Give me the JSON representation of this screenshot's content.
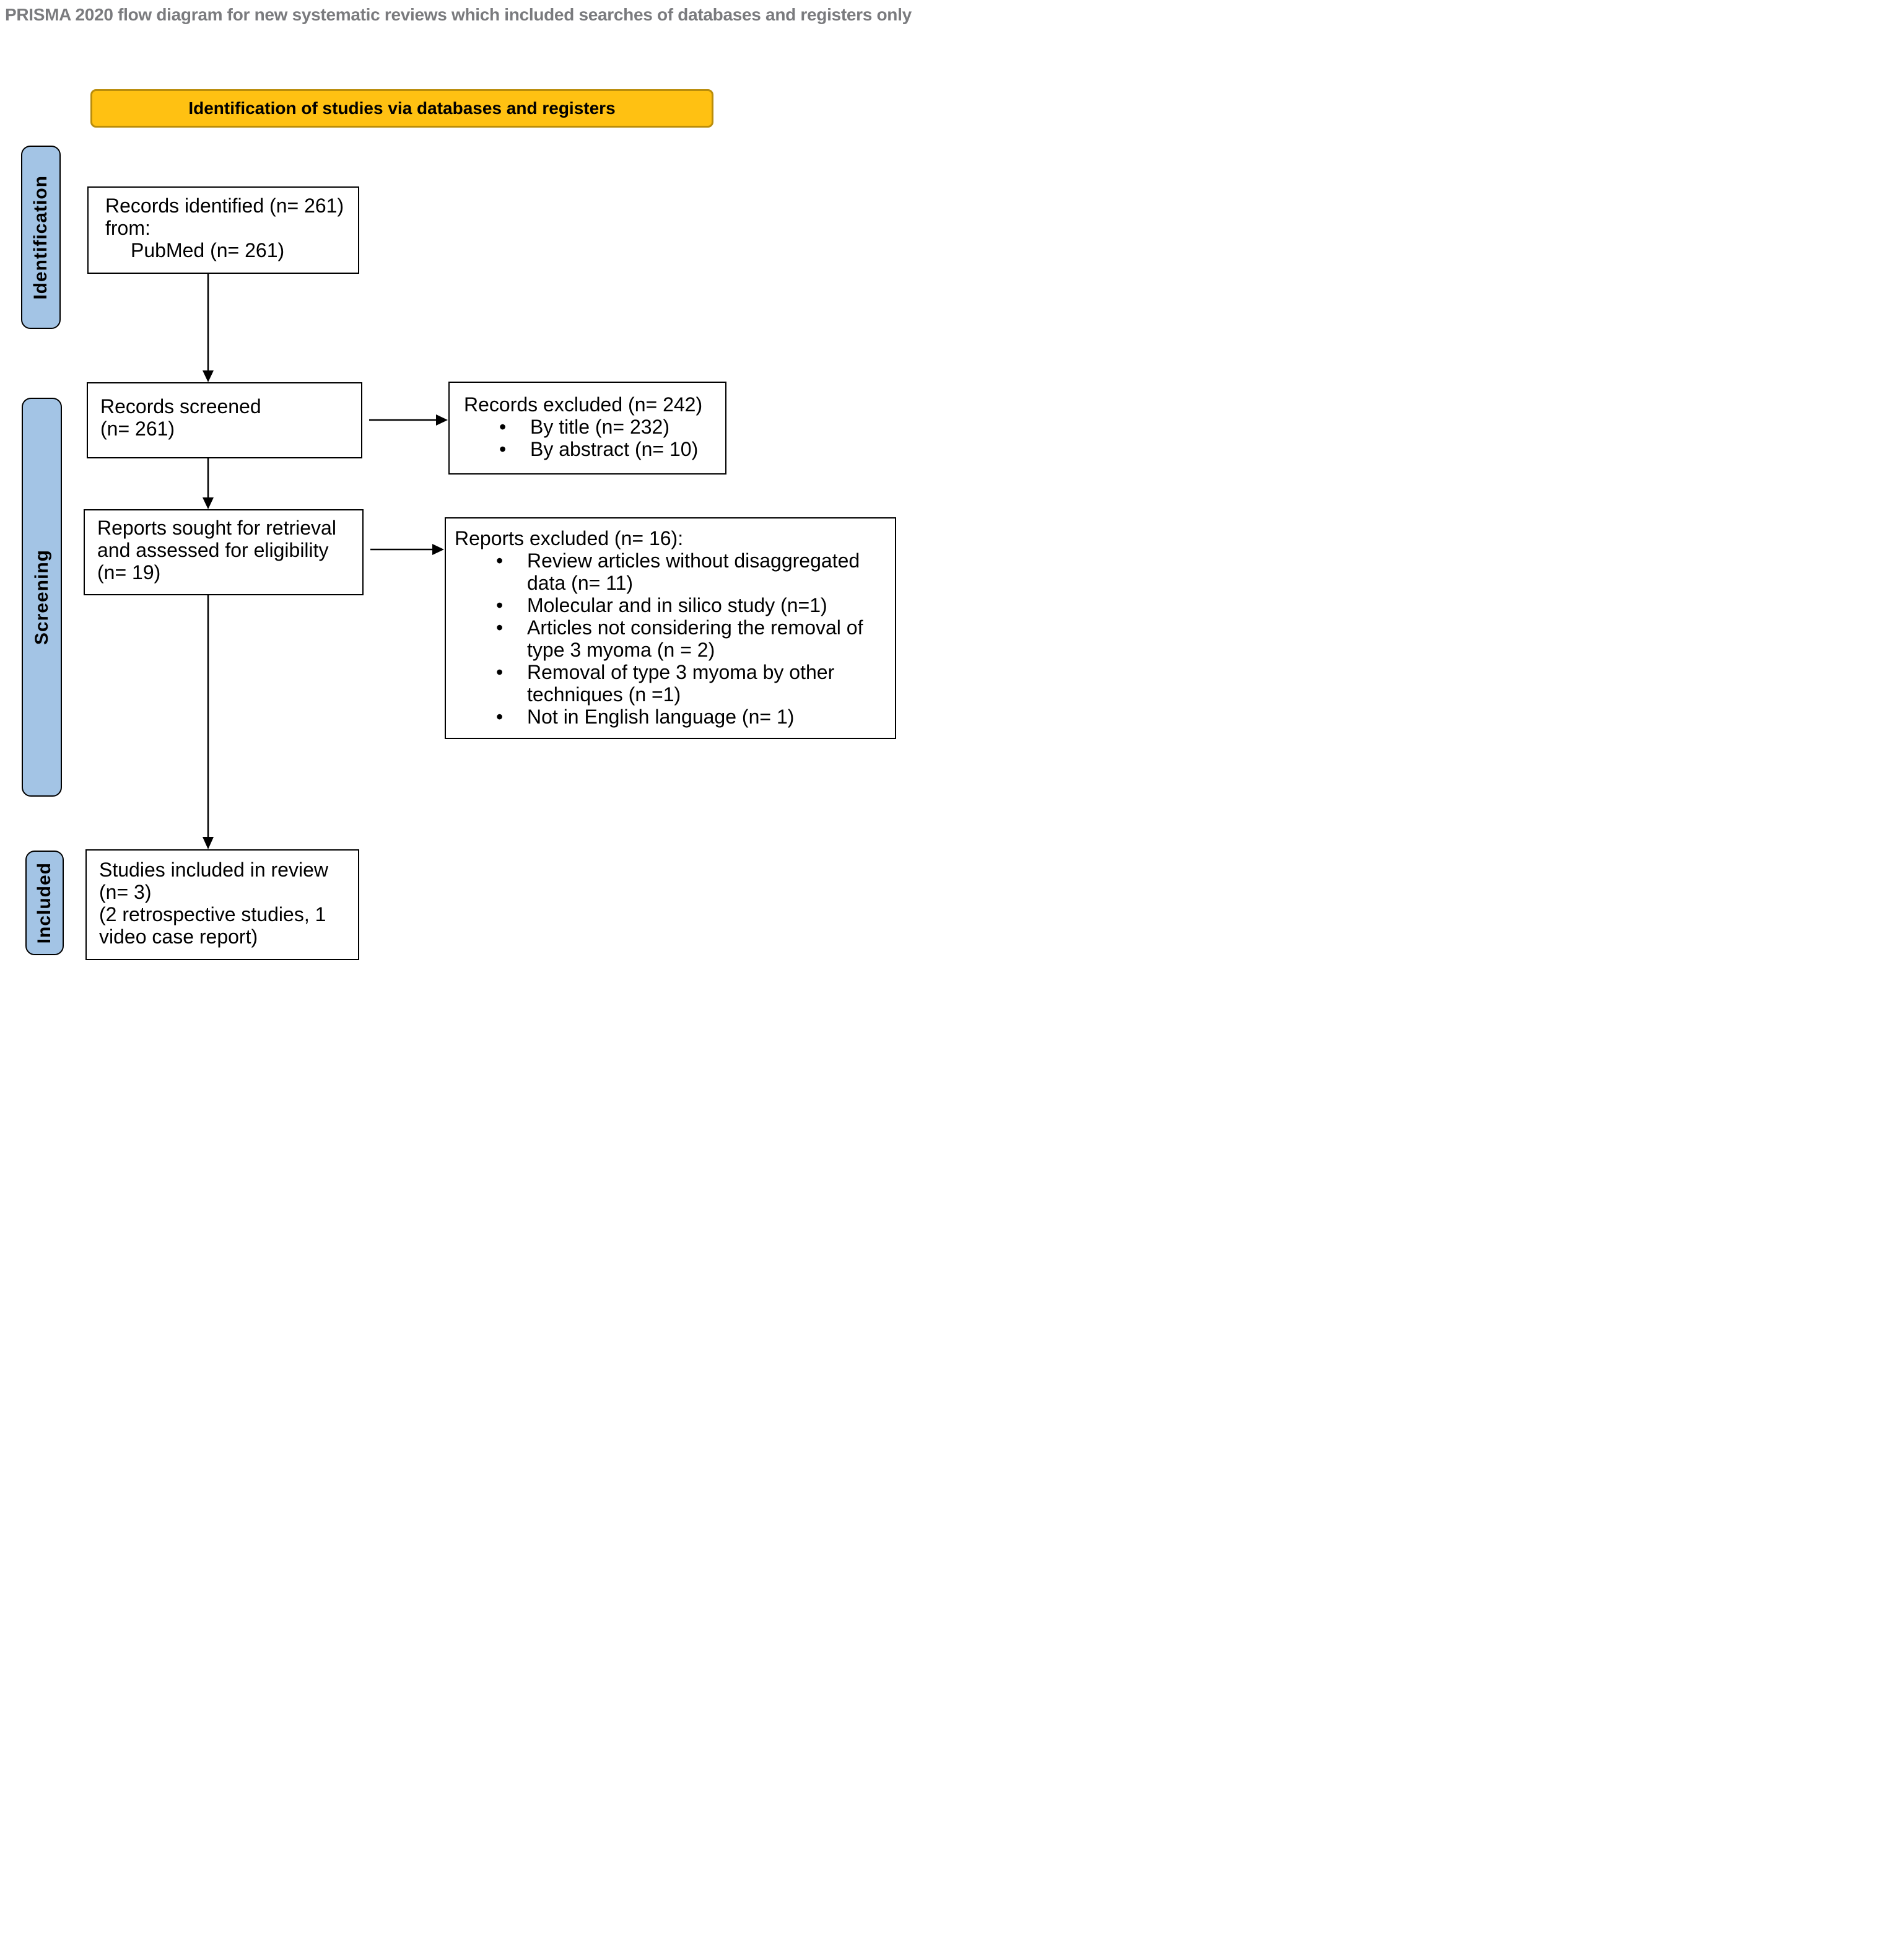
{
  "title": "PRISMA 2020 flow diagram for new systematic reviews which included searches of databases and registers only",
  "header": {
    "label": "Identification of studies via databases and registers"
  },
  "colors": {
    "header_bg": "#FFC112",
    "header_border": "#BA8D0B",
    "stage_bg": "#A3C4E5",
    "title_text": "#7A7B7E",
    "box_border": "#000000",
    "box_bg": "#FFFFFF"
  },
  "stages": {
    "identification": "Identification",
    "screening": "Screening",
    "included": "Included"
  },
  "boxes": {
    "records_identified": {
      "lines": [
        "Records identified (n= 261)",
        "from:",
        "PubMed (n= 261)"
      ]
    },
    "records_screened": {
      "lines": [
        "Records screened",
        "(n= 261)"
      ]
    },
    "records_excluded": {
      "title": "Records excluded (n= 242)",
      "bullets": [
        "By title (n= 232)",
        "By abstract (n= 10)"
      ]
    },
    "reports_sought": {
      "lines": [
        "Reports sought for retrieval",
        "and assessed for eligibility",
        "(n= 19)"
      ]
    },
    "reports_excluded": {
      "title": "Reports excluded (n= 16):",
      "bullets": [
        "Review articles without disaggregated data (n= 11)",
        "Molecular and in silico study (n=1)",
        "Articles not considering the removal of type 3 myoma (n = 2)",
        "Removal of type 3 myoma by other techniques (n =1)",
        "Not in English language (n= 1)"
      ]
    },
    "studies_included": {
      "lines": [
        "Studies included in review",
        "(n= 3)",
        "(2 retrospective studies, 1",
        "video case report)"
      ]
    }
  }
}
